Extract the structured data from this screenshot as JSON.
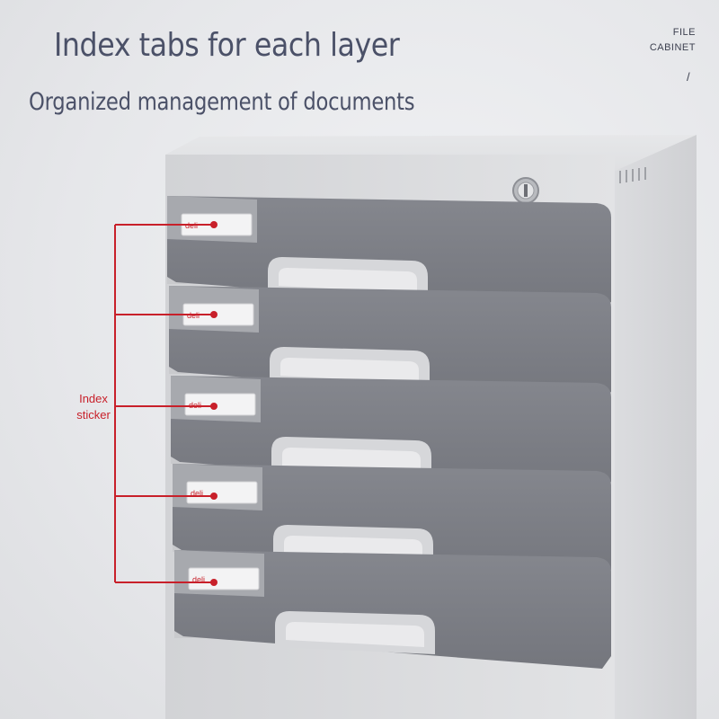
{
  "header": {
    "title": "Index tabs for each layer",
    "subtitle": "Organized management of documents"
  },
  "brand": {
    "line1": "FILE",
    "line2": "CABINET",
    "mark": "/"
  },
  "callout": {
    "line1": "Index",
    "line2": "sticker"
  },
  "drawer_label_text": "deli",
  "drawer_count": 5,
  "colors": {
    "heading": "#4b5168",
    "accent": "#c8202a",
    "body": "#d8d9dc",
    "drawer_face": "#7e8087",
    "drawer_trim": "#dcdcdf"
  }
}
